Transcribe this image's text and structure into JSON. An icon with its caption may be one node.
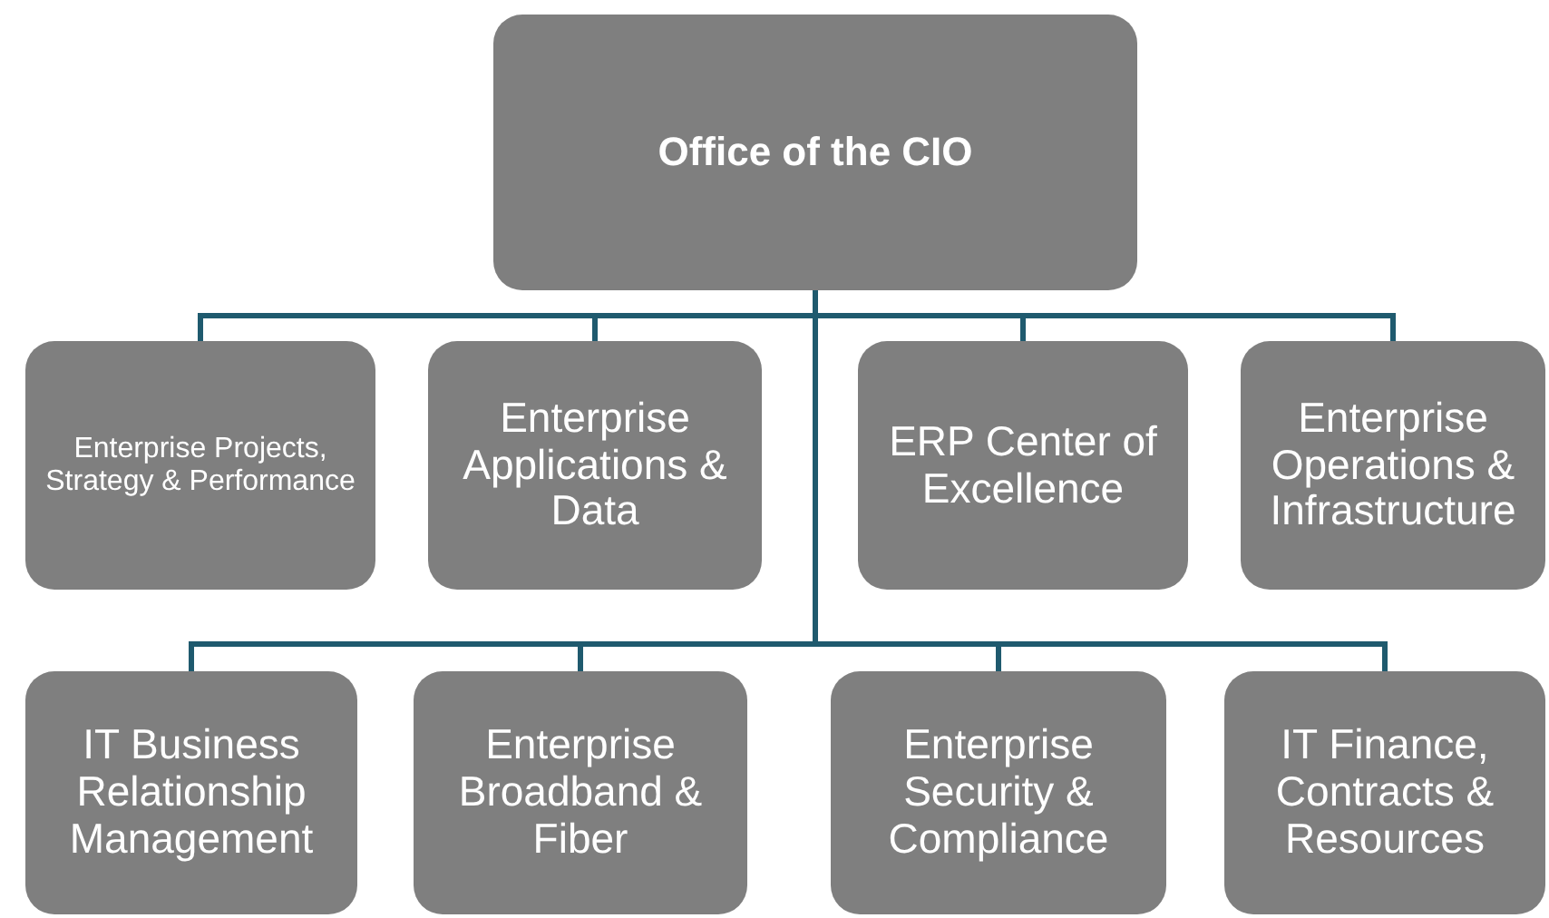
{
  "diagram": {
    "nodes": [
      {
        "text": [
          "Office of the CIO"
        ]
      },
      {
        "text": [
          "Enterprise Projects, Strategy & Performance"
        ]
      },
      {
        "text": [
          "Enterprise Applications & Data"
        ]
      },
      {
        "text": [
          "ERP Center of Excellence"
        ]
      },
      {
        "text": [
          "Enterprise Operations & Infrastructure"
        ]
      },
      {
        "text": [
          "IT Business Relationship Management"
        ]
      },
      {
        "text": [
          "Enterprise Broadband & Fiber"
        ]
      },
      {
        "text": [
          "Enterprise Security & Compliance"
        ]
      },
      {
        "text": [
          "IT Finance, Contracts & Resources"
        ]
      }
    ],
    "edges": [
      {
        "from": 0,
        "to": 1,
        "arrow": "none"
      },
      {
        "from": 0,
        "to": 2,
        "arrow": "none"
      },
      {
        "from": 0,
        "to": 3,
        "arrow": "none"
      },
      {
        "from": 0,
        "to": 4,
        "arrow": "none"
      },
      {
        "from": 0,
        "to": 5,
        "arrow": "none"
      },
      {
        "from": 0,
        "to": 6,
        "arrow": "none"
      },
      {
        "from": 0,
        "to": 7,
        "arrow": "none"
      },
      {
        "from": 0,
        "to": 8,
        "arrow": "none"
      }
    ]
  }
}
